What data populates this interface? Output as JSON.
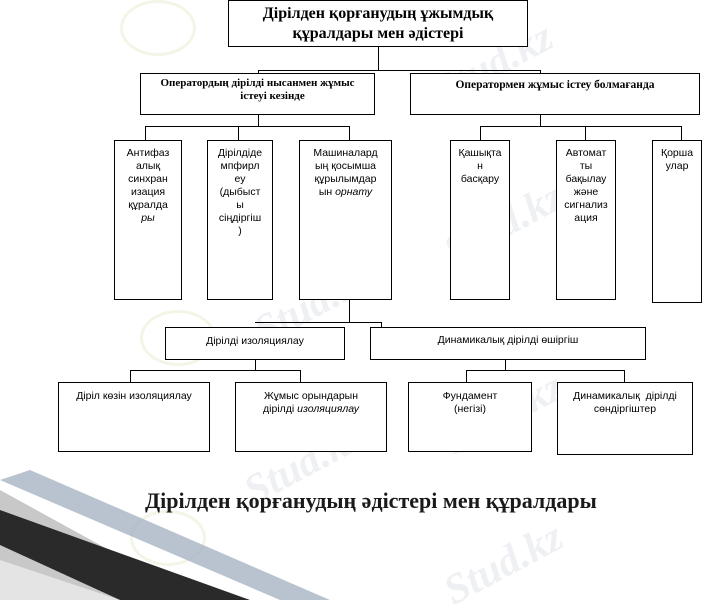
{
  "watermark": "Stud.kz",
  "diagram": {
    "top": [
      "Дірілден қорғанудың ұжымдық",
      "құралдары мен әдістері"
    ],
    "left_branch": [
      "Оператордың дірілді нысанмен жұмыс",
      "істеуі кезінде"
    ],
    "right_branch": "Оператормен жұмыс істеу болмағанда",
    "leaf1": [
      "Антифаз",
      "алық",
      "синхран",
      "изация",
      "құралда",
      "ры"
    ],
    "leaf2": [
      "Дірілдіде",
      "мпфирл",
      "еу",
      "(дыбыст",
      "ы",
      "сіңдіргіш",
      ")"
    ],
    "leaf3": [
      "Машиналард",
      "ың қосымша",
      "құрылымдар",
      "ын",
      "орнату"
    ],
    "leaf4": [
      "Қашықта",
      "н",
      "басқару"
    ],
    "leaf5": [
      "Автомат",
      "ты",
      "бақылау",
      "және",
      "сигнализ",
      "ация"
    ],
    "leaf6": [
      "Қорша",
      "улар"
    ],
    "mid_left": "Дірілді изоляциялау",
    "mid_right": "Динамикалық дірілді өшіргіш",
    "b1": "Діріл көзін изоляциялау",
    "b2": [
      "Жұмыс орындарын",
      "дірілді",
      "изоляциялау"
    ],
    "b3": [
      "Фундамент",
      "(негізі)"
    ],
    "b4": [
      "Динамикалық  дірілді",
      "сөндіргіштер"
    ]
  },
  "slide_title": "Дірілден қорғанудың әдістері мен құралдары"
}
